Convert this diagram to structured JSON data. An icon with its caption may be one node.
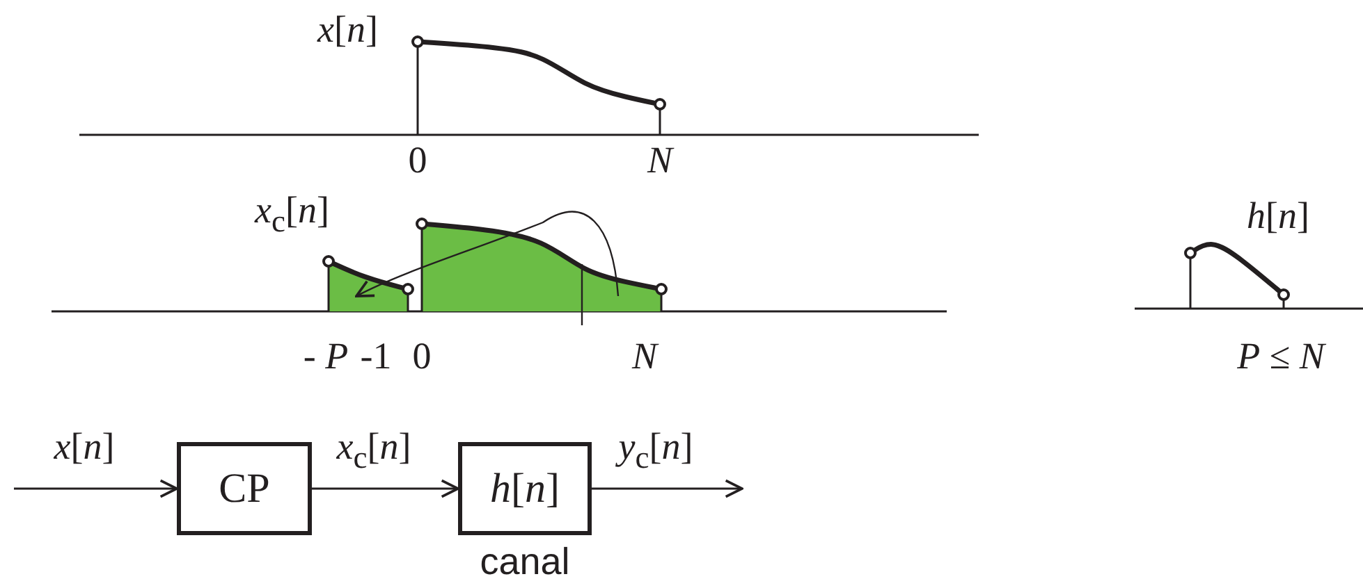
{
  "diagram": {
    "nodes": [
      {
        "text": [
          "CP"
        ]
      },
      {
        "text": [
          "*h*[*n*]"
        ],
        "beside": [
          "canal"
        ]
      }
    ],
    "edges": [
      {
        "from": null,
        "to": 0,
        "arrow": "to",
        "label": "*x*[*n*]"
      },
      {
        "from": 0,
        "to": 1,
        "arrow": "to",
        "label": "*x*$_{c}$[*n*]"
      },
      {
        "from": 1,
        "to": null,
        "arrow": "to",
        "label": "*y*$_{c}$[*n*]"
      }
    ],
    "labels": [
      "*x*[*n*]",
      "0",
      "*N*",
      "*x*$_{c}$[*n*]",
      "*h*[*n*]",
      "- *P*",
      "-1",
      "0",
      "*N*",
      "*P* ≤ *N*"
    ]
  }
}
